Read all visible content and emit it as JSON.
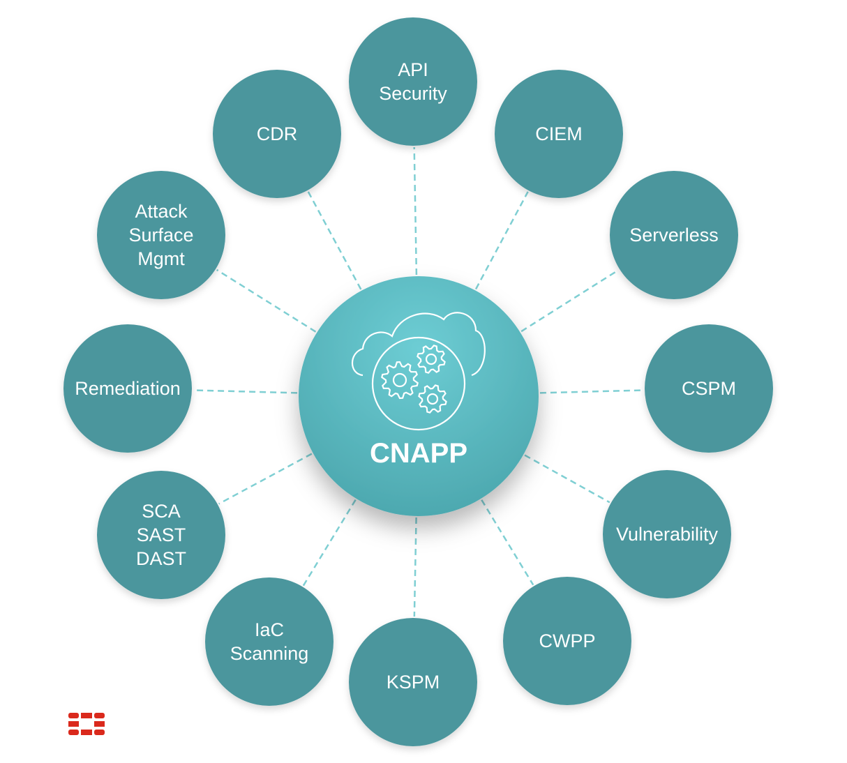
{
  "hub": {
    "label": "CNAPP",
    "icon": "cloud-gears-icon"
  },
  "nodes": [
    {
      "id": "api-security",
      "lines": [
        "API",
        "Security"
      ]
    },
    {
      "id": "ciem",
      "lines": [
        "CIEM"
      ]
    },
    {
      "id": "serverless",
      "lines": [
        "Serverless"
      ]
    },
    {
      "id": "cspm",
      "lines": [
        "CSPM"
      ]
    },
    {
      "id": "vulnerability",
      "lines": [
        "Vulnerability"
      ]
    },
    {
      "id": "cwpp",
      "lines": [
        "CWPP"
      ]
    },
    {
      "id": "kspm",
      "lines": [
        "KSPM"
      ]
    },
    {
      "id": "iac-scanning",
      "lines": [
        "IaC",
        "Scanning"
      ]
    },
    {
      "id": "sca-sast-dast",
      "lines": [
        "SCA",
        "SAST",
        "DAST"
      ]
    },
    {
      "id": "remediation",
      "lines": [
        "Remediation"
      ]
    },
    {
      "id": "attack-surface-mgmt",
      "lines": [
        "Attack",
        "Surface",
        "Mgmt"
      ]
    },
    {
      "id": "cdr",
      "lines": [
        "CDR"
      ]
    }
  ],
  "logo": {
    "icon": "fortinet-logo-icon",
    "color": "#da291c"
  },
  "colors": {
    "node": "#4b969d",
    "hub_top": "#6ccbd2",
    "hub_bottom": "#4aa7ae",
    "connector": "#7fcfd3",
    "text": "#ffffff"
  }
}
